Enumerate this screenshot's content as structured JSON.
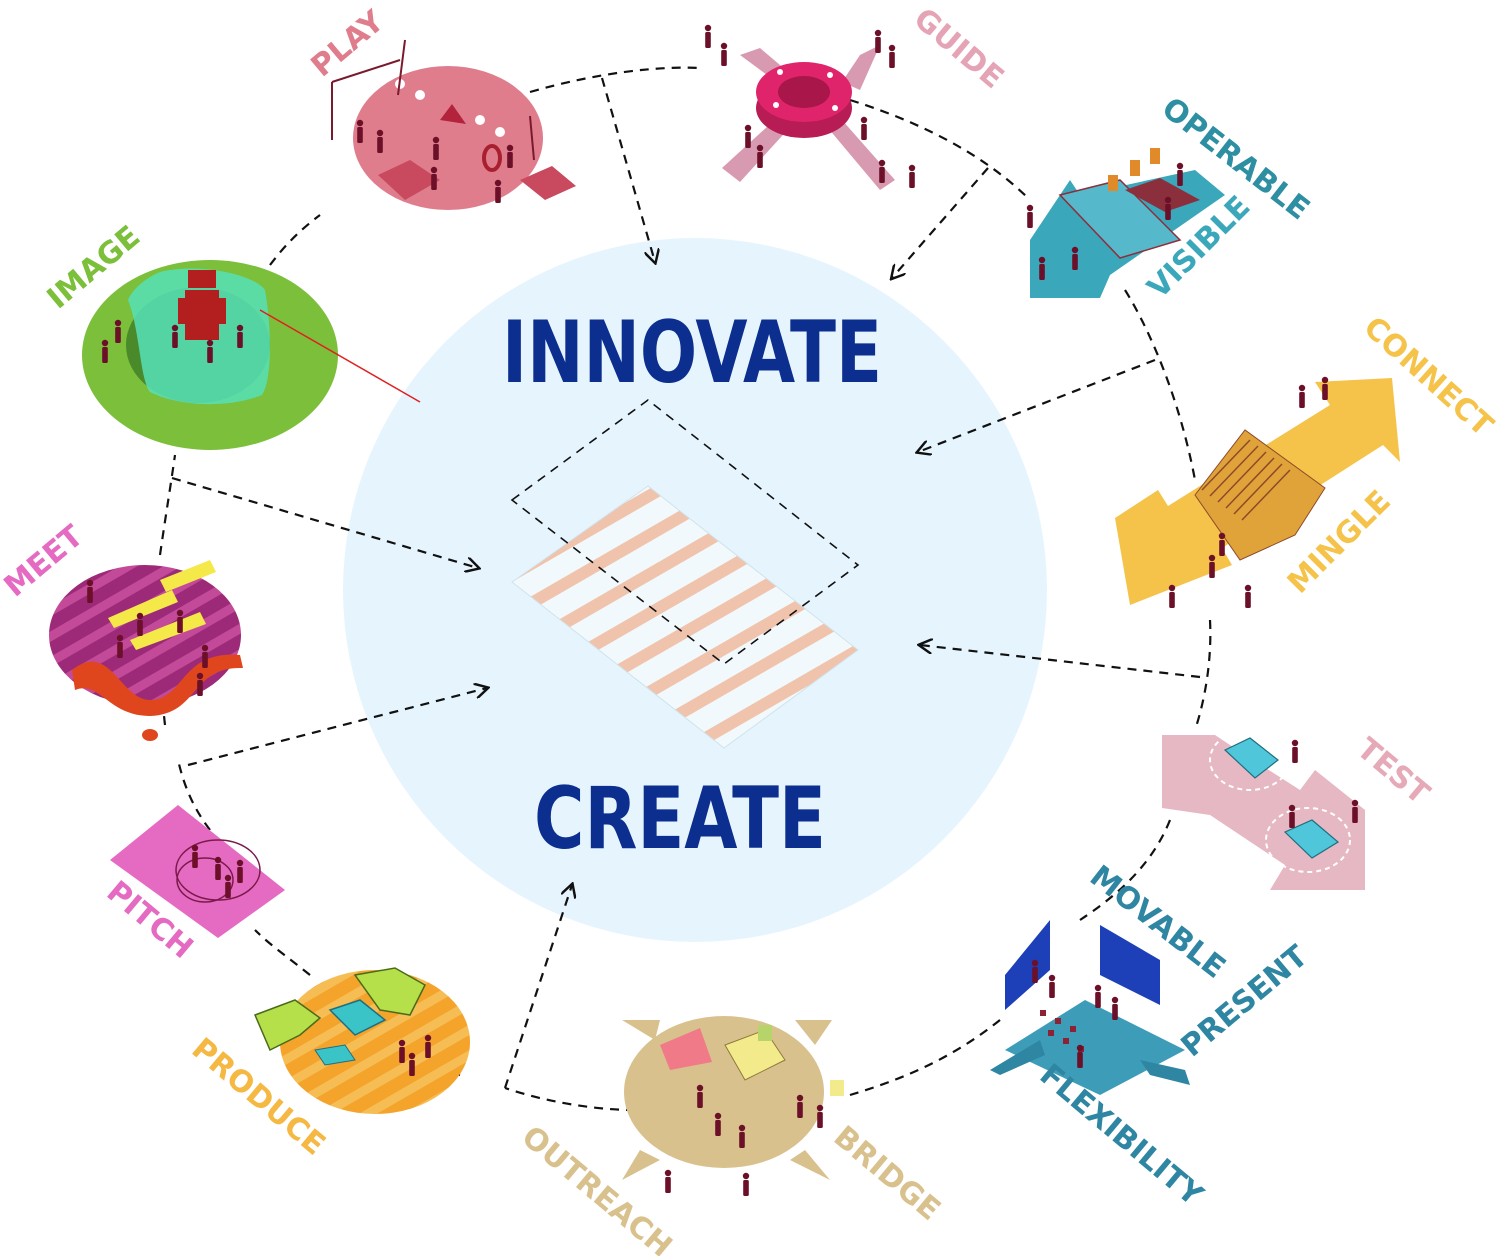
{
  "center": {
    "top_word": "INNOVATE",
    "bottom_word": "CREATE"
  },
  "labels": {
    "play": "PLAY",
    "guide": "GUIDE",
    "operable": "OPERABLE",
    "visible": "VISIBLE",
    "connect": "CONNECT",
    "mingle": "MINGLE",
    "test": "TEST",
    "movable": "MOVABLE",
    "present": "PRESENT",
    "flexibility": "FLEXIBILITY",
    "bridge": "BRIDGE",
    "outreach": "OUTREACH",
    "produce": "PRODUCE",
    "pitch": "PITCH",
    "meet": "MEET",
    "image": "IMAGE"
  },
  "colors": {
    "center_circle": "#e6f5fd",
    "center_text": "#0b2e8f",
    "play": "#e07d8c",
    "guide": "#e5a3b6",
    "operable": "#2e8fa3",
    "visible": "#3aa7bb",
    "connect": "#f5c34a",
    "mingle": "#f5c34a",
    "test": "#e6a9b8",
    "movable": "#2f86a3",
    "present": "#2f86a3",
    "flexibility": "#2f86a3",
    "bridge": "#d9c18e",
    "outreach": "#d9c18e",
    "produce": "#f5b843",
    "pitch": "#e56bc2",
    "meet": "#e56bc2",
    "image": "#7bbf3a"
  },
  "icons": [
    "play-zone",
    "guide-ring",
    "operable-deck",
    "connect-arrow",
    "test-track",
    "present-stage",
    "bridge-pavilion",
    "produce-robots",
    "pitch-platform",
    "meet-lounge",
    "image-robot-arena",
    "floor-plate"
  ]
}
